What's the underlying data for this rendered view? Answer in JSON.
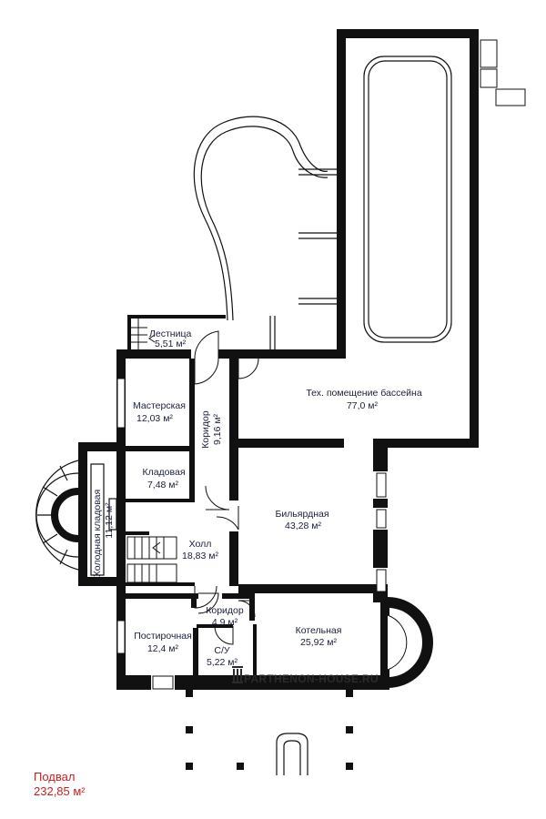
{
  "floor": {
    "name": "Подвал",
    "area": "232,85 м²"
  },
  "watermark": "PARTHENON-HOUSE.RU",
  "rooms": [
    {
      "id": "stair-top",
      "name": "Лестница",
      "area": "5,51 м²"
    },
    {
      "id": "workshop",
      "name": "Мастерская",
      "area": "12,03 м²"
    },
    {
      "id": "corridor-1",
      "name": "Коридор",
      "area": "9,16 м²"
    },
    {
      "id": "pool-tech",
      "name": "Тех. помещение бассейна",
      "area": "77,0 м²"
    },
    {
      "id": "pantry",
      "name": "Кладовая",
      "area": "7,48 м²"
    },
    {
      "id": "cold-pantry",
      "name": "Холодная кладовая",
      "area": "11,12 м²"
    },
    {
      "id": "hall",
      "name": "Холл",
      "area": "18,83 м²"
    },
    {
      "id": "billiard",
      "name": "Бильярдная",
      "area": "43,28 м²"
    },
    {
      "id": "corridor-2",
      "name": "Коридор",
      "area": "4,9 м²"
    },
    {
      "id": "boiler",
      "name": "Котельная",
      "area": "25,92 м²"
    },
    {
      "id": "laundry",
      "name": "Постирочная",
      "area": "12,4 м²"
    },
    {
      "id": "wc",
      "name": "С/У",
      "area": "5,22 м²"
    }
  ]
}
